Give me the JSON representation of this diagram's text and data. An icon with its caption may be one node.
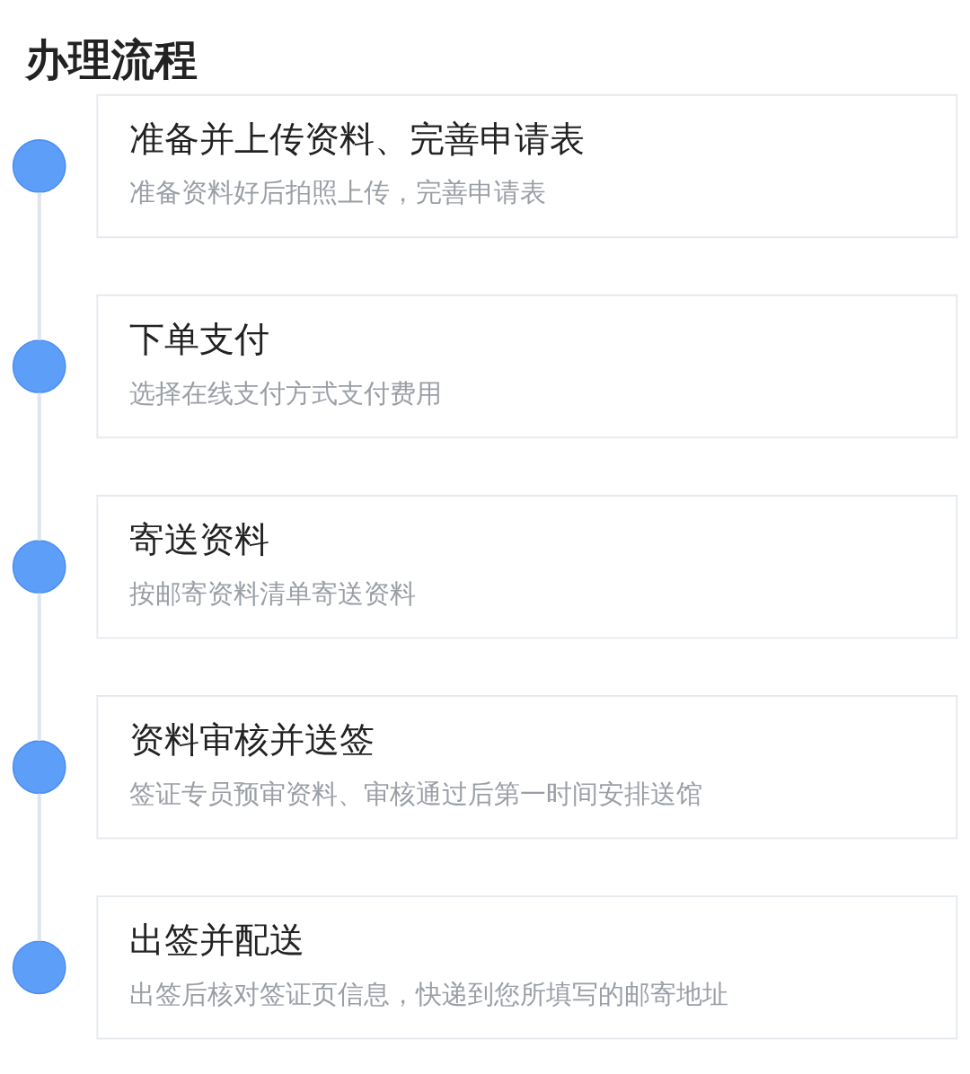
{
  "diagram": {
    "title": "办理流程",
    "nodes": [
      {
        "text": [],
        "shape": "circle"
      },
      {
        "text": [
          "准备并上传资料、完善申请表",
          "准备资料好后拍照上传，完善申请表"
        ]
      },
      {
        "text": [],
        "shape": "circle"
      },
      {
        "text": [
          "下单支付",
          "选择在线支付方式支付费用"
        ]
      },
      {
        "text": [],
        "shape": "circle"
      },
      {
        "text": [
          "寄送资料",
          "按邮寄资料清单寄送资料"
        ]
      },
      {
        "text": [],
        "shape": "circle"
      },
      {
        "text": [
          "资料审核并送签",
          "签证专员预审资料、审核通过后第一时间安排送馆"
        ]
      },
      {
        "text": [],
        "shape": "circle"
      },
      {
        "text": [
          "出签并配送",
          "出签后核对签证页信息，快递到您所填写的邮寄地址"
        ]
      }
    ],
    "edges": [
      {
        "from": 0,
        "to": 2,
        "arrow": "none"
      },
      {
        "from": 2,
        "to": 4,
        "arrow": "none"
      },
      {
        "from": 4,
        "to": 6,
        "arrow": "none"
      },
      {
        "from": 6,
        "to": 8,
        "arrow": "none"
      }
    ]
  }
}
